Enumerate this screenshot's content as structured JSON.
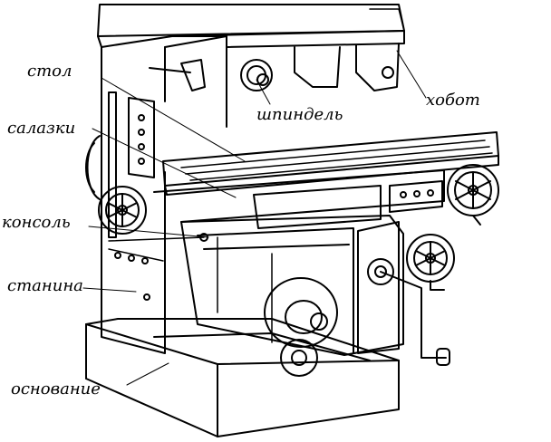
{
  "labels": {
    "table": "стол",
    "saddle": "салазки",
    "knee": "консоль",
    "column": "станина",
    "base": "основание",
    "spindle": "шпиндель",
    "overarm": "хобот"
  },
  "colors": {
    "line": "#000000",
    "background": "#ffffff"
  }
}
